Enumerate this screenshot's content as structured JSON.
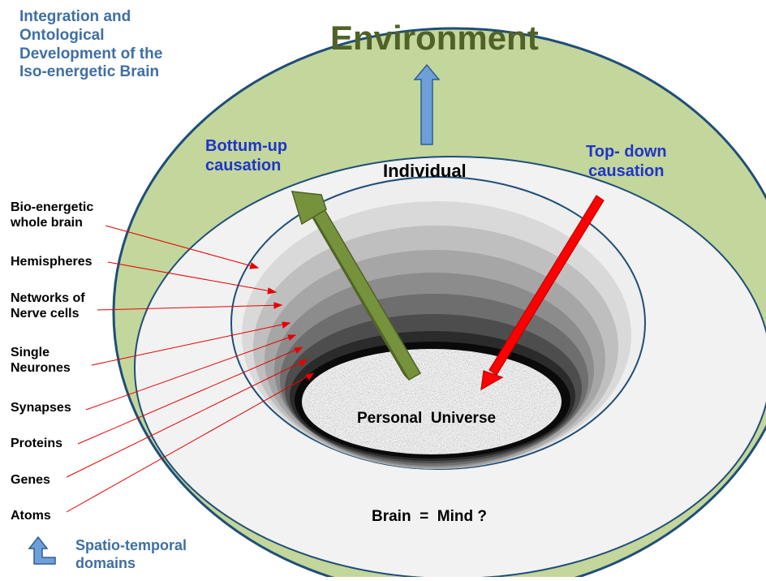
{
  "title": "Integration and Ontological Development of the Iso-energetic Brain",
  "title_lines": [
    "Integration and",
    "Ontological",
    "Development of the",
    "Iso-energetic Brain"
  ],
  "environment": "Environment",
  "individual": "Individual",
  "bottom_up": [
    "Bottum-up",
    "causation"
  ],
  "top_down": [
    "Top- down",
    "causation"
  ],
  "personal_universe": "Personal  Universe",
  "brain_mind": "Brain  =  Mind ?",
  "spatio": [
    "Spatio-temporal",
    "domains"
  ],
  "layers": [
    {
      "lines": [
        "Bio-energetic",
        "whole brain"
      ]
    },
    {
      "lines": [
        "Hemispheres"
      ]
    },
    {
      "lines": [
        "Networks of",
        "Nerve cells"
      ]
    },
    {
      "lines": [
        "Single",
        "Neurones"
      ]
    },
    {
      "lines": [
        "Synapses"
      ]
    },
    {
      "lines": [
        "Proteins"
      ]
    },
    {
      "lines": [
        "Genes"
      ]
    },
    {
      "lines": [
        "Atoms"
      ]
    }
  ],
  "colors": {
    "environment_fill": "#c3d69b",
    "outer_border": "#1f4e79",
    "individual_fill": "#f2f2f2",
    "bottom_up_arrow": "#76923c",
    "top_down_arrow": "#ff0000",
    "up_arrow": "#4f81bd",
    "pointer_lines": "#e60000"
  }
}
